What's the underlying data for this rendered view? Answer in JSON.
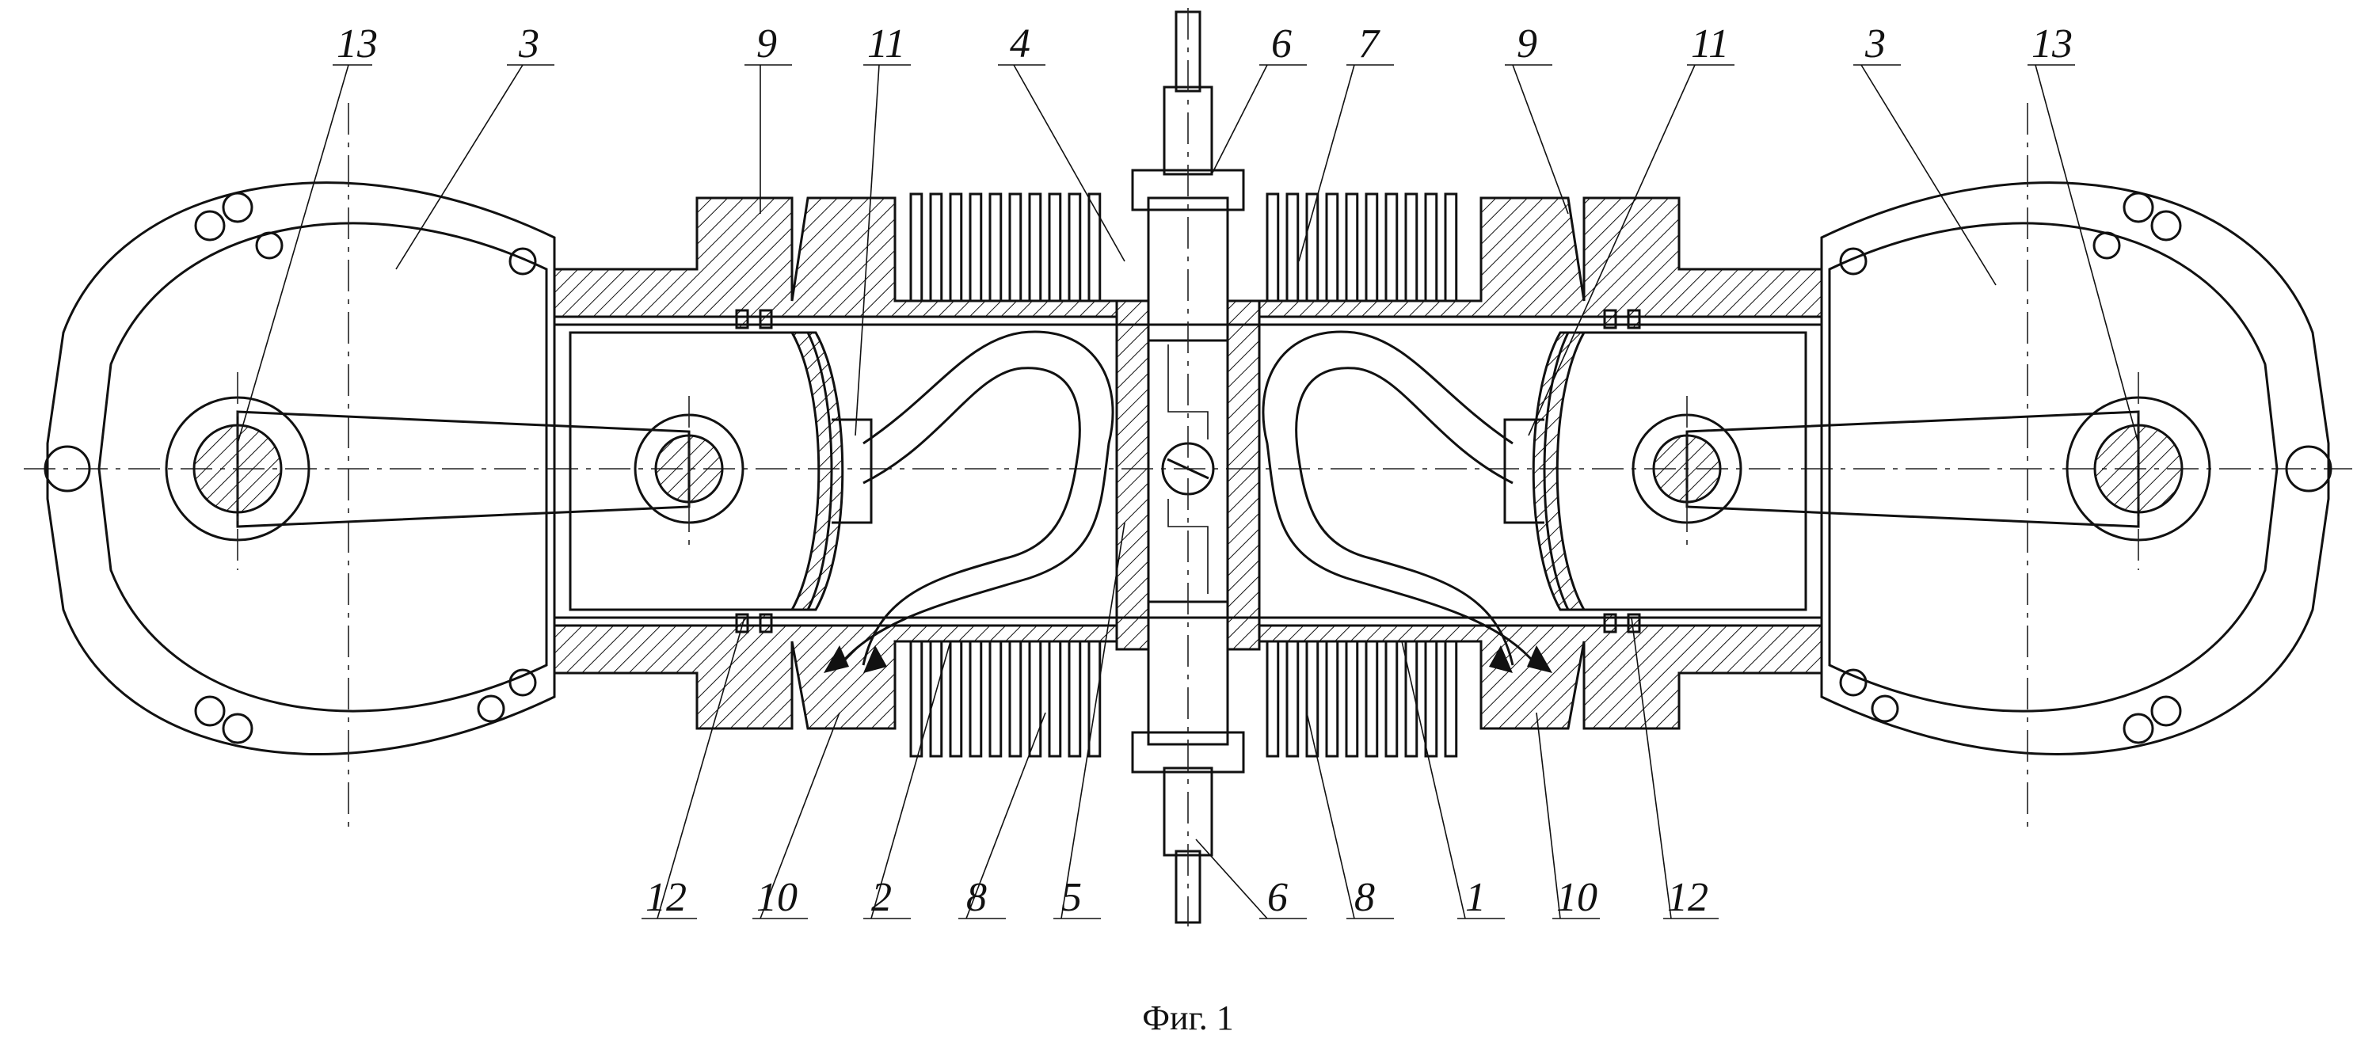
{
  "figure": {
    "caption": "Фиг. 1"
  },
  "labels_top": [
    "13",
    "3",
    "9",
    "11",
    "4",
    "6",
    "7",
    "9",
    "11",
    "3",
    "13"
  ],
  "labels_bottom": [
    "12",
    "10",
    "2",
    "8",
    "5",
    "6",
    "8",
    "1",
    "10",
    "12"
  ]
}
